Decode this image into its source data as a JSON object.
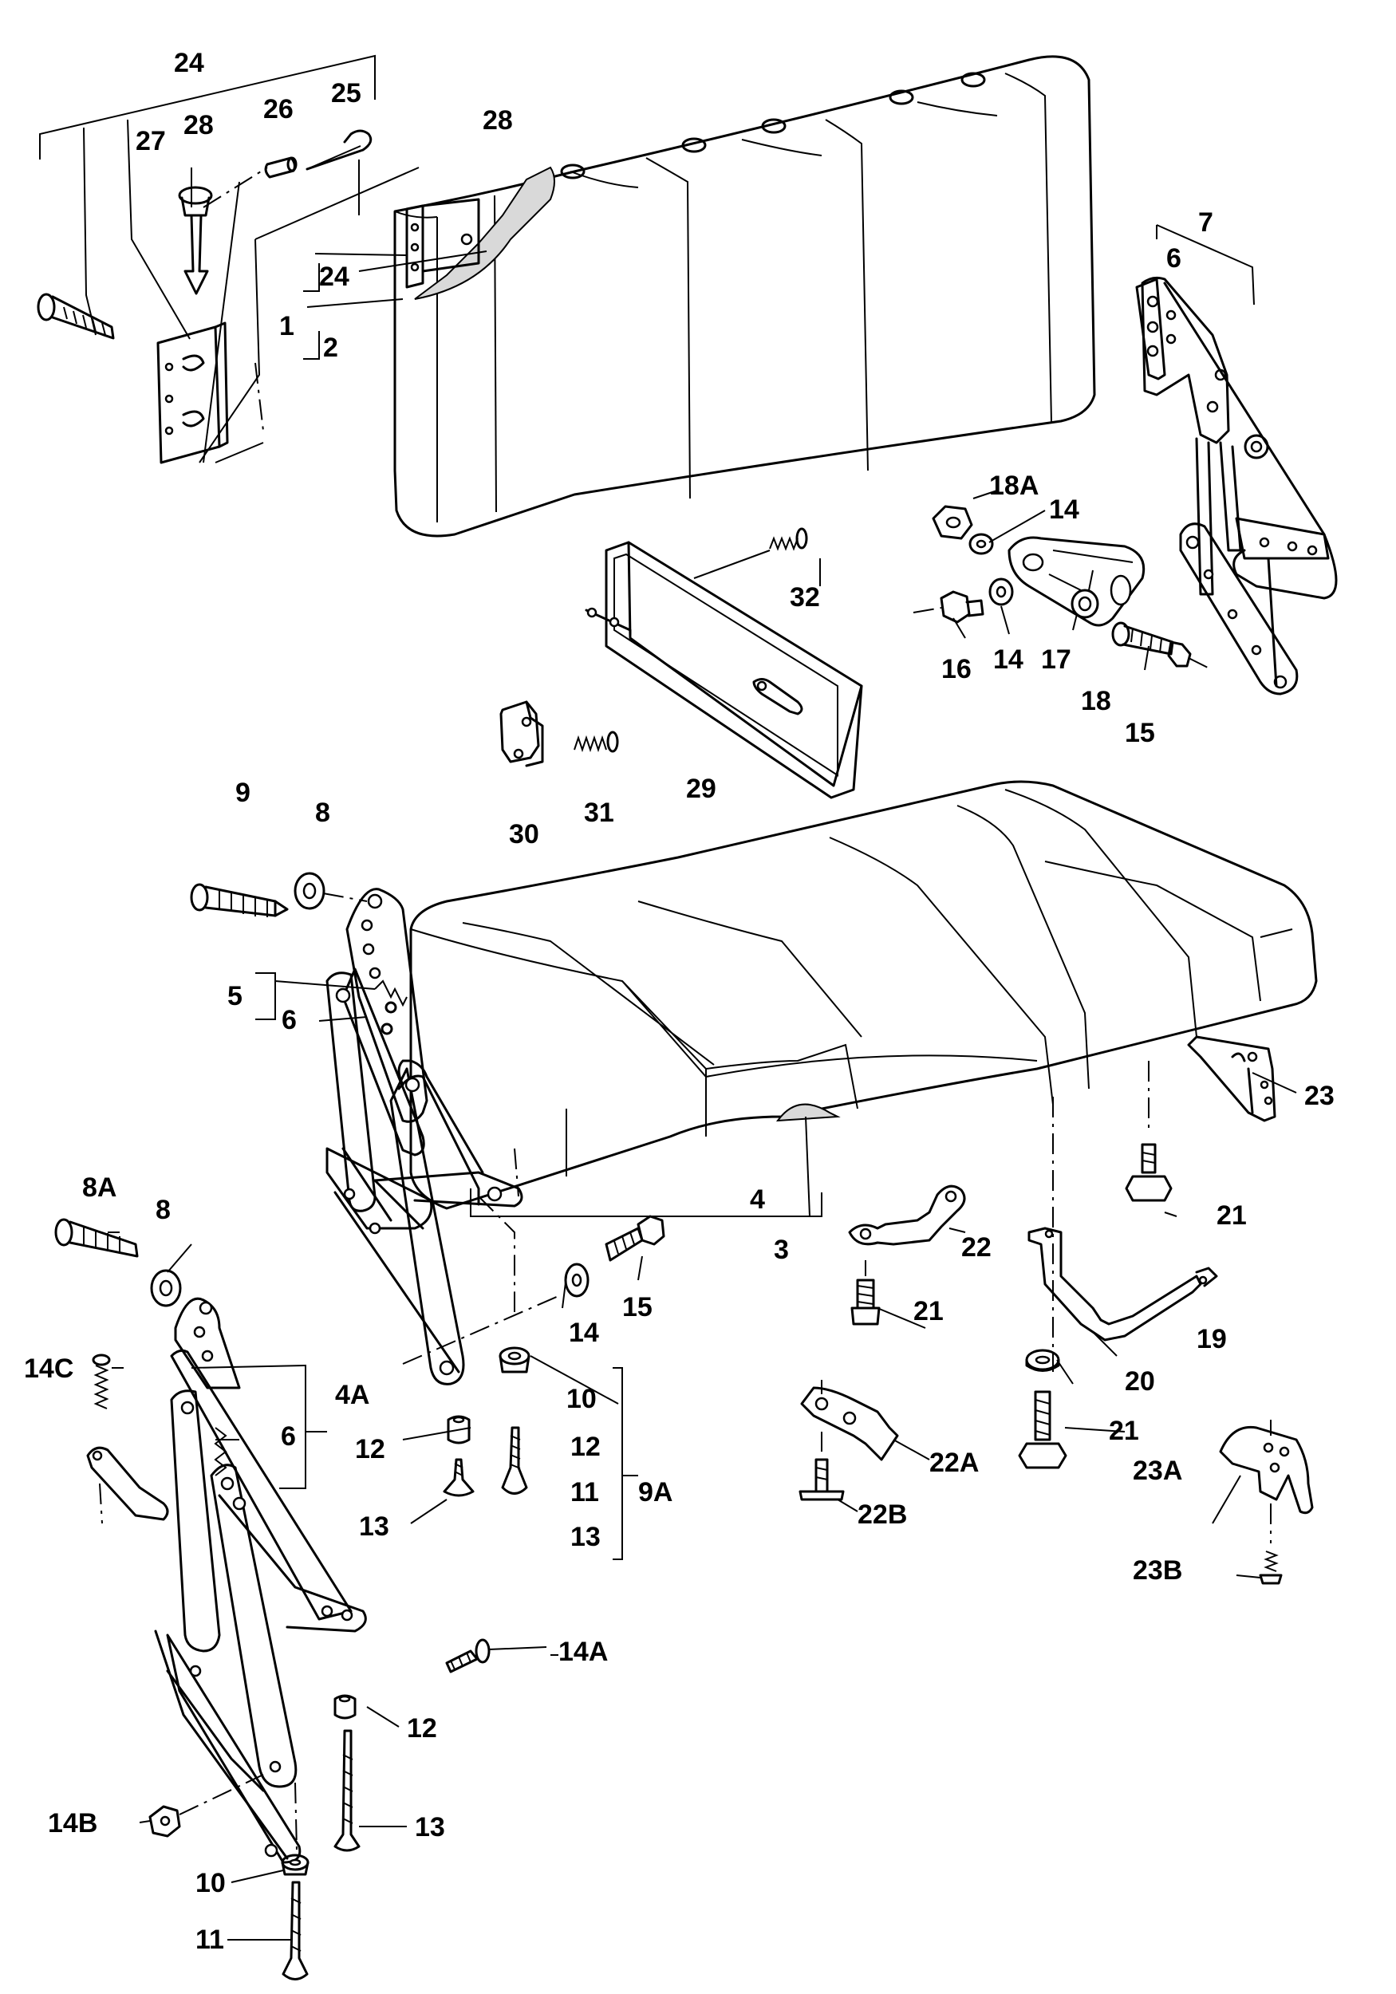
{
  "labels": [
    {
      "id": "24_top",
      "text": "24"
    },
    {
      "id": "28_top",
      "text": "28"
    },
    {
      "id": "27",
      "text": "27"
    },
    {
      "id": "26",
      "text": "26"
    },
    {
      "id": "25",
      "text": "25"
    },
    {
      "id": "28_back",
      "text": "28"
    },
    {
      "id": "24_mid",
      "text": "24"
    },
    {
      "id": "1",
      "text": "1"
    },
    {
      "id": "2",
      "text": "2"
    },
    {
      "id": "7",
      "text": "7"
    },
    {
      "id": "6_right",
      "text": "6"
    },
    {
      "id": "18A",
      "text": "18A"
    },
    {
      "id": "14_a",
      "text": "14"
    },
    {
      "id": "16",
      "text": "16"
    },
    {
      "id": "14_b",
      "text": "14"
    },
    {
      "id": "17",
      "text": "17"
    },
    {
      "id": "18",
      "text": "18"
    },
    {
      "id": "15_right",
      "text": "15"
    },
    {
      "id": "32",
      "text": "32"
    },
    {
      "id": "29",
      "text": "29"
    },
    {
      "id": "30",
      "text": "30"
    },
    {
      "id": "31",
      "text": "31"
    },
    {
      "id": "9",
      "text": "9"
    },
    {
      "id": "8_top",
      "text": "8"
    },
    {
      "id": "5",
      "text": "5"
    },
    {
      "id": "6_left",
      "text": "6"
    },
    {
      "id": "8A",
      "text": "8A"
    },
    {
      "id": "8_mid",
      "text": "8"
    },
    {
      "id": "15_mid",
      "text": "15"
    },
    {
      "id": "14_mid",
      "text": "14"
    },
    {
      "id": "4",
      "text": "4"
    },
    {
      "id": "3",
      "text": "3"
    },
    {
      "id": "22",
      "text": "22"
    },
    {
      "id": "21_a",
      "text": "21"
    },
    {
      "id": "23",
      "text": "23"
    },
    {
      "id": "21_b",
      "text": "21"
    },
    {
      "id": "19",
      "text": "19"
    },
    {
      "id": "20",
      "text": "20"
    },
    {
      "id": "21_c",
      "text": "21"
    },
    {
      "id": "14C",
      "text": "14C"
    },
    {
      "id": "4A",
      "text": "4A"
    },
    {
      "id": "6_low",
      "text": "6"
    },
    {
      "id": "10_a",
      "text": "10"
    },
    {
      "id": "12_a",
      "text": "12"
    },
    {
      "id": "12_b",
      "text": "12"
    },
    {
      "id": "11_a",
      "text": "11"
    },
    {
      "id": "9A",
      "text": "9A"
    },
    {
      "id": "13_a",
      "text": "13"
    },
    {
      "id": "13_b",
      "text": "13"
    },
    {
      "id": "22A",
      "text": "22A"
    },
    {
      "id": "22B",
      "text": "22B"
    },
    {
      "id": "23A",
      "text": "23A"
    },
    {
      "id": "23B",
      "text": "23B"
    },
    {
      "id": "14A",
      "text": "14A"
    },
    {
      "id": "12_c",
      "text": "12"
    },
    {
      "id": "14B",
      "text": "14B"
    },
    {
      "id": "10_b",
      "text": "10"
    },
    {
      "id": "13_c",
      "text": "13"
    },
    {
      "id": "11_b",
      "text": "11"
    }
  ]
}
